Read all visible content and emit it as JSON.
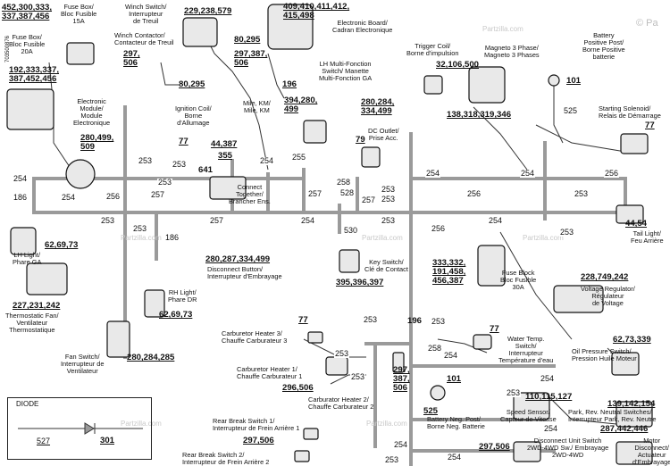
{
  "watermark": {
    "text": "Partzilla.com",
    "brand": "© Pa"
  },
  "side_code": "703500876",
  "components": [
    {
      "key": "fuse15",
      "name": "Fuse Box/\nBloc Fusible\n15A"
    },
    {
      "key": "fuse20",
      "name": "Fuse Box/\nBloc Fusible\n20A"
    },
    {
      "key": "ecm",
      "name": "Electronic\nModule/\nModule\nElectronique"
    },
    {
      "key": "winch_sw",
      "name": "Winch Switch/\nInterrupteur\nde Treuil"
    },
    {
      "key": "winch_ct",
      "name": "Winch Contactor/\nContacteur de Treuil"
    },
    {
      "key": "board",
      "name": "Electronic Board/\nCadran Electronique"
    },
    {
      "key": "ign",
      "name": "Ignition Coil/\nBorne\nd'Allumage"
    },
    {
      "key": "mile",
      "name": "Mile, KM/\nMile, KM"
    },
    {
      "key": "lh_mf",
      "name": "LH Multi-Fonction\nSwitch/ Manette\nMulti-Fonction GA"
    },
    {
      "key": "trigger",
      "name": "Trigger Coil/\nBorne d'impulsion"
    },
    {
      "key": "magneto",
      "name": "Magneto 3 Phase/\nMagneto 3 Phases"
    },
    {
      "key": "batt_pos",
      "name": "Battery\nPositive Post/\nBorne Positive\nbatterie"
    },
    {
      "key": "starter",
      "name": "Starting Solenoid/\nRelais de Démarrage"
    },
    {
      "key": "connect",
      "name": "Connect\nTogether/\nBrancher Ens."
    },
    {
      "key": "dc",
      "name": "DC Outlet/\nPrise Acc."
    },
    {
      "key": "lh_light",
      "name": "LH Light/\nPhare GA"
    },
    {
      "key": "tail",
      "name": "Tail Light/\nFeu Arrière"
    },
    {
      "key": "disconnect",
      "name": "Disconnect Button/\nInterrupteur d'Embrayage"
    },
    {
      "key": "key_sw",
      "name": "Key Switch/\nClé de Contact"
    },
    {
      "key": "fuse30",
      "name": "Fuse Block\nBloc Fusible\n30A"
    },
    {
      "key": "thermostatic",
      "name": "Thermostatic Fan/\nVentilateur\nThermostatique"
    },
    {
      "key": "rh_light",
      "name": "RH Light/\nPhare DR"
    },
    {
      "key": "vreg",
      "name": "Voltage Regulator/\nRégulateur\nde Voltage"
    },
    {
      "key": "fan_sw",
      "name": "Fan Switch/\nInterrupteur de\nVentilateur"
    },
    {
      "key": "carb3",
      "name": "Carburetor Heater 3/\nChauffe Carburateur 3"
    },
    {
      "key": "carb1",
      "name": "Carburetor Heater 1/\nChauffe Carburateur 1"
    },
    {
      "key": "carb2",
      "name": "Carburator Heater 2/\nChauffe Carburateur 2"
    },
    {
      "key": "water",
      "name": "Water Temp.\nSwitch/\nInterrupteur\nTempérature d'eau"
    },
    {
      "key": "oil",
      "name": "Oil Pressure Switch/\nPression Huile Moteur"
    },
    {
      "key": "batt_neg",
      "name": "Battery Neg. Post/\nBorne Neg. Batterie"
    },
    {
      "key": "speed",
      "name": "Speed Sensor/\nCapteur de Vitesse"
    },
    {
      "key": "park",
      "name": "Park, Rev. Neutral Switches/\nInterrupteur Park, Rev. Neutre"
    },
    {
      "key": "rear1",
      "name": "Rear Break Switch 1/\nInterrupteur de Frein Arrière 1"
    },
    {
      "key": "rear2",
      "name": "Rear Break Switch 2/\nInterrupteur de Frein Arrière 2"
    },
    {
      "key": "disc_unit",
      "name": "Disconnect Unit Switch\n2WD-4WD Sw./ Embrayage\n2WD-4WD"
    },
    {
      "key": "motor",
      "name": "Motor\nDisconnect/\nActuateur\nd'Embrayage"
    }
  ],
  "part_numbers": [
    {
      "key": "p_452",
      "text": "452,300,333,\n337,387,456"
    },
    {
      "key": "p_192",
      "text": "192,333,337,\n387,452,456"
    },
    {
      "key": "p_280_499",
      "text": "280,499,\n509"
    },
    {
      "key": "p_229",
      "text": "229,238,579"
    },
    {
      "key": "p_80_295a",
      "text": "80,295"
    },
    {
      "key": "p_297_506",
      "text": "297,\n506"
    },
    {
      "key": "p_80_295b",
      "text": "80,295"
    },
    {
      "key": "p_409",
      "text": "409,410,411,412,\n415,498"
    },
    {
      "key": "p_297_387_506",
      "text": "297,387,\n506"
    },
    {
      "key": "p_196a",
      "text": "196"
    },
    {
      "key": "p_394",
      "text": "394,280,\n499"
    },
    {
      "key": "p_280_284",
      "text": "280,284,\n334,499"
    },
    {
      "key": "p_32",
      "text": "32,106,500"
    },
    {
      "key": "p_138",
      "text": "138,318,319,346"
    },
    {
      "key": "p_101a",
      "text": "101"
    },
    {
      "key": "p_77a",
      "text": "77"
    },
    {
      "key": "p_44_387",
      "text": "44,387"
    },
    {
      "key": "p_355",
      "text": "355"
    },
    {
      "key": "p_641",
      "text": "641"
    },
    {
      "key": "p_79",
      "text": "79"
    },
    {
      "key": "p_77b",
      "text": "77"
    },
    {
      "key": "p_62a",
      "text": "62,69,73"
    },
    {
      "key": "p_44_54",
      "text": "44,54"
    },
    {
      "key": "p_280_287",
      "text": "280,287,334,499"
    },
    {
      "key": "p_395",
      "text": "395,396,397"
    },
    {
      "key": "p_333",
      "text": "333,332,\n191,458,\n456,387"
    },
    {
      "key": "p_227",
      "text": "227,231,242"
    },
    {
      "key": "p_62b",
      "text": "62,69,73"
    },
    {
      "key": "p_228",
      "text": "228,749,242"
    },
    {
      "key": "p_280_285",
      "text": "280,284,285"
    },
    {
      "key": "p_77c",
      "text": "77"
    },
    {
      "key": "p_196b",
      "text": "196"
    },
    {
      "key": "p_77d",
      "text": "77"
    },
    {
      "key": "p_62c",
      "text": "62,73,339"
    },
    {
      "key": "p_296",
      "text": "296,506"
    },
    {
      "key": "p_297_387b",
      "text": "297,\n387,\n506"
    },
    {
      "key": "p_101b",
      "text": "101"
    },
    {
      "key": "p_110",
      "text": "110,115,127"
    },
    {
      "key": "p_139",
      "text": "139,142,154"
    },
    {
      "key": "p_525",
      "text": "525"
    },
    {
      "key": "p_297_506b",
      "text": "297,506"
    },
    {
      "key": "p_297_506c",
      "text": "297,506"
    },
    {
      "key": "p_287",
      "text": "287,442,446"
    }
  ],
  "wire_numbers": [
    {
      "key": "w254a",
      "text": "254"
    },
    {
      "key": "w186a",
      "text": "186"
    },
    {
      "key": "w254b",
      "text": "254"
    },
    {
      "key": "w256a",
      "text": "256"
    },
    {
      "key": "w253a",
      "text": "253"
    },
    {
      "key": "w253b",
      "text": "253"
    },
    {
      "key": "w257a",
      "text": "257"
    },
    {
      "key": "w253c",
      "text": "253"
    },
    {
      "key": "w253d",
      "text": "253"
    },
    {
      "key": "w254c",
      "text": "254"
    },
    {
      "key": "w255",
      "text": "255"
    },
    {
      "key": "w257b",
      "text": "257"
    },
    {
      "key": "w258",
      "text": "258"
    },
    {
      "key": "w528",
      "text": "528"
    },
    {
      "key": "w253e",
      "text": "253"
    },
    {
      "key": "w257c",
      "text": "257"
    },
    {
      "key": "w253f",
      "text": "253"
    },
    {
      "key": "w253g",
      "text": "253"
    },
    {
      "key": "w257d",
      "text": "257"
    },
    {
      "key": "w186b",
      "text": "186"
    },
    {
      "key": "w254d",
      "text": "254"
    },
    {
      "key": "w530",
      "text": "530"
    },
    {
      "key": "w254e",
      "text": "254"
    },
    {
      "key": "w256b",
      "text": "256"
    },
    {
      "key": "w256c",
      "text": "256"
    },
    {
      "key": "w254f",
      "text": "254"
    },
    {
      "key": "w253h",
      "text": "253"
    },
    {
      "key": "w525a",
      "text": "525"
    },
    {
      "key": "w254g",
      "text": "254"
    },
    {
      "key": "w256d",
      "text": "256"
    },
    {
      "key": "w253i",
      "text": "253"
    },
    {
      "key": "w253j",
      "text": "253"
    },
    {
      "key": "w253k",
      "text": "253"
    },
    {
      "key": "w258b",
      "text": "258"
    },
    {
      "key": "w254h",
      "text": "254"
    },
    {
      "key": "w253l",
      "text": "253"
    },
    {
      "key": "w254i",
      "text": "254"
    },
    {
      "key": "w253m",
      "text": "253"
    },
    {
      "key": "w254j",
      "text": "254"
    },
    {
      "key": "w253n",
      "text": "253"
    },
    {
      "key": "w254k",
      "text": "254"
    },
    {
      "key": "w253o",
      "text": "253"
    },
    {
      "key": "w253p",
      "text": "253"
    },
    {
      "key": "w254l",
      "text": "254"
    }
  ],
  "diode": {
    "title": "DIODE",
    "left": "527",
    "right": "301"
  }
}
